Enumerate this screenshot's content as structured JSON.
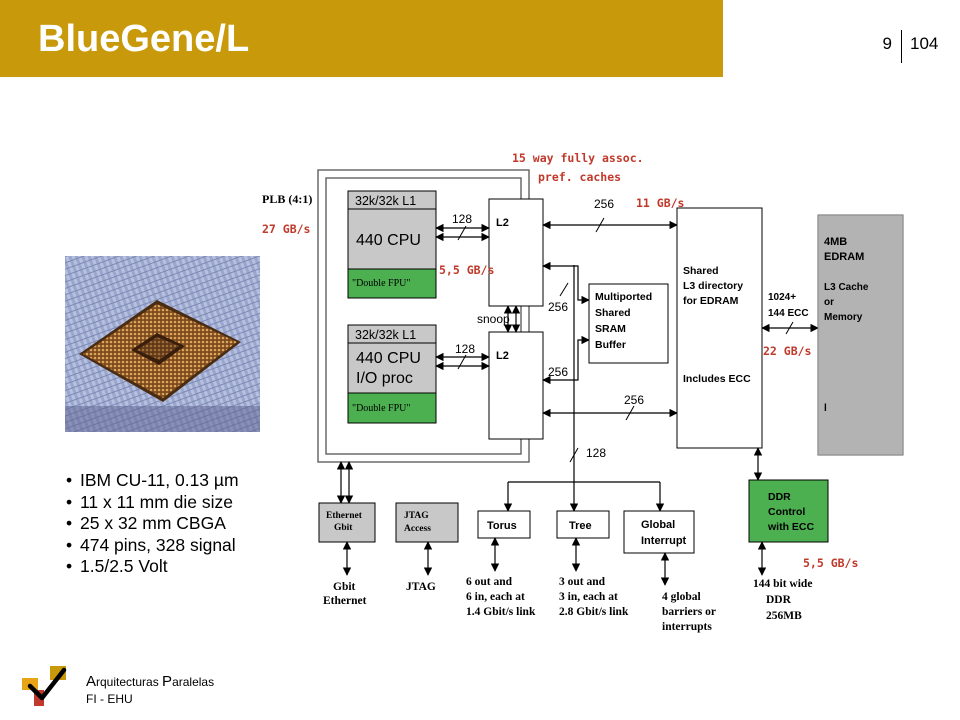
{
  "header": {
    "title": "BlueGene/L",
    "page_number": "9",
    "page_total": "104"
  },
  "features": [
    "IBM CU-11, 0.13 µm",
    "11 x 11 mm die size",
    "25 x 32 mm CBGA",
    "474 pins, 328 signal",
    "1.5/2.5 Volt"
  ],
  "diagram": {
    "plb": "PLB (4:1)",
    "cpu1": {
      "l1": "32k/32k L1",
      "name": "440 CPU",
      "fpu": "\"Double FPU\""
    },
    "cpu2": {
      "l1": "32k/32k L1",
      "name_line1": "440 CPU",
      "name_line2": "I/O proc",
      "fpu": "\"Double FPU\""
    },
    "l2_a": "L2",
    "l2_b": "L2",
    "snoop": "snoop",
    "bw_128_top": "128",
    "bw_128_mid": "128",
    "bw_128_bottom": "128",
    "bw_256_top": "256",
    "bw_256_sram_a": "256",
    "bw_256_sram_b": "256",
    "bw_256_bottom": "256",
    "sram": [
      "Multiported",
      "Shared",
      "SRAM",
      "Buffer"
    ],
    "l3dir": [
      "Shared",
      "L3 directory",
      "for EDRAM",
      "",
      "",
      "",
      "Includes ECC"
    ],
    "ecc_width": [
      "1024+",
      "144 ECC"
    ],
    "edram": [
      "4MB",
      "EDRAM",
      "",
      "L3 Cache",
      "or",
      "Memory"
    ],
    "edram_marker": "l",
    "ddr": [
      "DDR",
      "Control",
      "with ECC"
    ],
    "ethernet_box": [
      "Ethernet",
      "Gbit"
    ],
    "jtag_box": [
      "JTAG",
      "Access"
    ],
    "torus": "Torus",
    "tree": "Tree",
    "global": [
      "Global",
      "Interrupt"
    ],
    "ethernet_label": [
      "Gbit",
      "Ethernet"
    ],
    "jtag_label": "JTAG",
    "torus_label": [
      "6 out and",
      "6 in, each at",
      "1.4 Gbit/s link"
    ],
    "tree_label": [
      "3 out and",
      "3 in, each at",
      "2.8 Gbit/s link"
    ],
    "global_label": [
      "4 global",
      "barriers or",
      "interrupts"
    ],
    "ddr_label": [
      "144 bit wide",
      "DDR",
      "256MB"
    ],
    "annotations": {
      "caches": [
        "15 way fully assoc.",
        "pref. caches"
      ],
      "bw_27": "27 GB/s",
      "bw_11": "11 GB/s",
      "bw_5_5_a": "5,5 GB/s",
      "bw_22": "22 GB/s",
      "bw_5_5_b": "5,5 GB/s"
    }
  },
  "footer": {
    "line1_cap1": "A",
    "line1_rest1": "rquitecturas ",
    "line1_cap2": "P",
    "line1_rest2": "aralelas",
    "line2": "FI - EHU"
  },
  "colors": {
    "header": "#c8990a",
    "fpu_green": "#4caf50",
    "annotation_red": "#c0392b",
    "edram_gray": "#a9a9a9",
    "box_gray": "#c8c8c8"
  }
}
